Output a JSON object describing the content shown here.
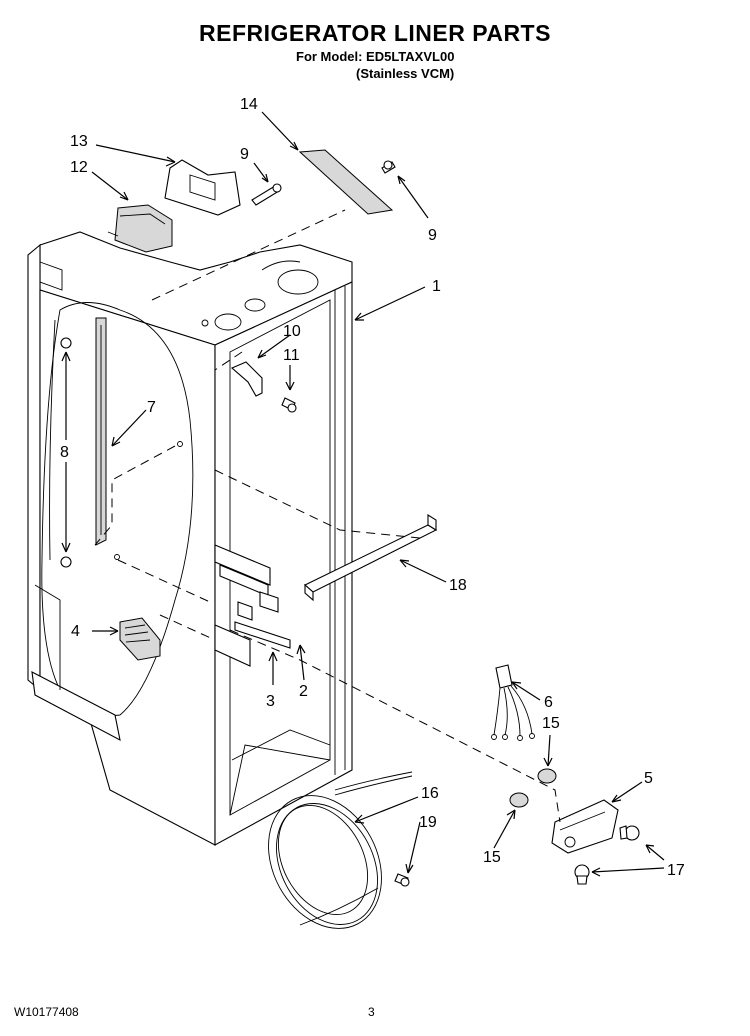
{
  "header": {
    "title": "REFRIGERATOR LINER PARTS",
    "model_line": "For Model: ED5LTAXVL00",
    "variant_line": "(Stainless VCM)"
  },
  "callouts": {
    "c14": "14",
    "c13": "13",
    "c12": "12",
    "c9a": "9",
    "c9b": "9",
    "c1": "1",
    "c10": "10",
    "c11": "11",
    "c7": "7",
    "c8": "8",
    "c18": "18",
    "c4": "4",
    "c3": "3",
    "c2": "2",
    "c6": "6",
    "c15a": "15",
    "c5": "5",
    "c16": "16",
    "c19": "19",
    "c15b": "15",
    "c17": "17"
  },
  "footer": {
    "doc_number": "W10177408",
    "page_number": "3"
  }
}
